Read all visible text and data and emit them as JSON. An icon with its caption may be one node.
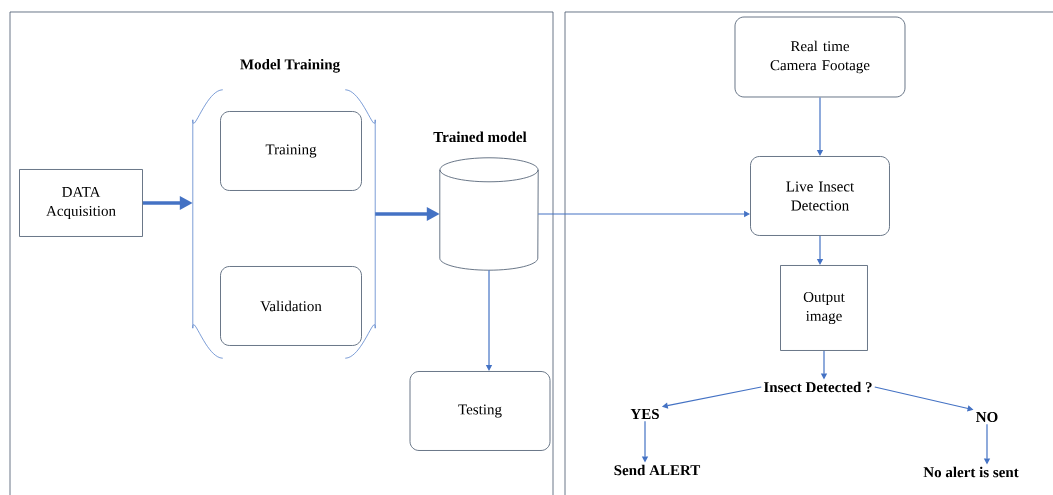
{
  "diagram": {
    "nodes": [
      {
        "text": [],
        "shape": "box"
      },
      {
        "text": [],
        "shape": "box"
      },
      {
        "text": [
          "DATA Acquisition"
        ],
        "in": 0
      },
      {
        "text": [
          "Model Training"
        ],
        "in": 0
      },
      {
        "text": [
          "Training"
        ],
        "in": 3
      },
      {
        "text": [
          "Validation"
        ],
        "in": 3
      },
      {
        "text": [
          "Trained model"
        ],
        "in": 0
      },
      {
        "text": [
          "Testing"
        ],
        "in": 0
      },
      {
        "text": [
          "Real time Camera Footage"
        ],
        "in": 1
      },
      {
        "text": [
          "Live Insect Detection"
        ],
        "in": 1
      },
      {
        "text": [
          "Output image"
        ],
        "in": 1
      },
      {
        "text": [
          "Insect Detected ?"
        ],
        "in": 1
      },
      {
        "text": [
          "YES"
        ],
        "in": 1
      },
      {
        "text": [
          "NO"
        ],
        "in": 1
      },
      {
        "text": [
          "Send ALERT"
        ],
        "in": 1
      },
      {
        "text": [
          "No alert is sent"
        ],
        "in": 1
      }
    ],
    "edges": [
      {
        "from": 2,
        "to": 3,
        "arrow": "to",
        "style": "thick"
      },
      {
        "from": 3,
        "to": 6,
        "arrow": "to",
        "style": "thick"
      },
      {
        "from": 6,
        "to": 9,
        "arrow": "to"
      },
      {
        "from": 6,
        "to": 7,
        "arrow": "to"
      },
      {
        "from": 8,
        "to": 9,
        "arrow": "to"
      },
      {
        "from": 9,
        "to": 10,
        "arrow": "to"
      },
      {
        "from": 10,
        "to": 11,
        "arrow": "to"
      },
      {
        "from": 11,
        "to": 12,
        "arrow": "to"
      },
      {
        "from": 11,
        "to": 13,
        "arrow": "to"
      },
      {
        "from": 12,
        "to": 14,
        "arrow": "to"
      },
      {
        "from": 13,
        "to": 15,
        "arrow": "to"
      }
    ]
  }
}
